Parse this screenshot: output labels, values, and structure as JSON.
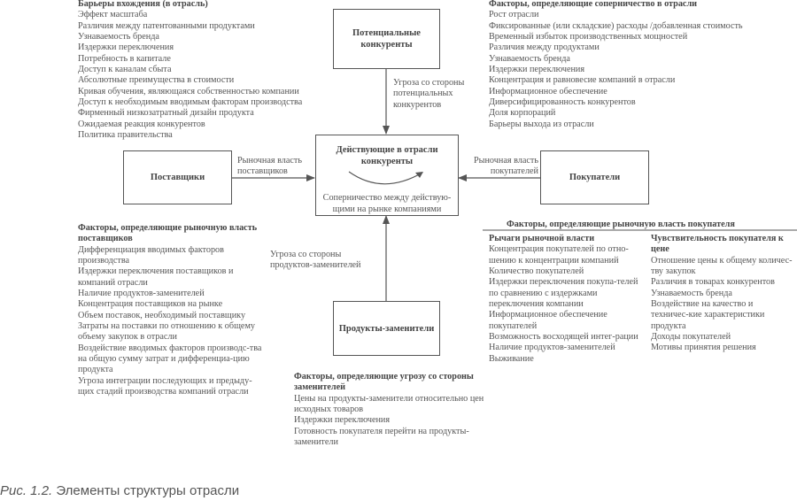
{
  "boxes": {
    "potential": "Потенциальные конкуренты",
    "suppliers": "Поставщики",
    "buyers": "Покупатели",
    "substitutes": "Продукты-заменители",
    "center_title": "Действующие в отрасли конкуренты",
    "center_sub": "Соперничество между действую-щими на рынке компаниями"
  },
  "arrows": {
    "top": "Угроза со стороны потенциальных конкурентов",
    "left": "Рыночная власть поставщиков",
    "right": "Рыночная власть покупателей",
    "bottom": "Угроза со стороны продуктов-заменителей"
  },
  "entry_barriers": {
    "title": "Барьеры вхождения (в отрасль)",
    "items": [
      "Эффект масштаба",
      "Различия между патентованными продуктами",
      "Узнаваемость бренда",
      "Издержки переключения",
      "Потребность в капитале",
      "Доступ к каналам сбыта",
      "Абсолютные преимущества в стоимости",
      "Кривая обучения, являющаяся собственностью компании",
      "Доступ к необходимым вводимым факторам производства",
      "Фирменный низкозатратный дизайн продукта",
      "Ожидаемая реакция конкурентов",
      "Политика правительства"
    ]
  },
  "rivalry": {
    "title": "Факторы, определяющие соперничество в отрасли",
    "items": [
      "Рост отрасли",
      "Фиксированные (или складские) расходы /добавленная стоимость",
      "Временный избыток производственных мощностей",
      "Различия между продуктами",
      "Узнаваемость бренда",
      "Издержки переключения",
      "Концентрация и равновесие компаний в отрасли",
      "Информационное обеспечение",
      "Диверсифицированность конкурентов",
      "Доля корпораций",
      "Барьеры выхода из отрасли"
    ]
  },
  "supplier_power": {
    "title": "Факторы, определяющие рыночную власть поставщиков",
    "items": [
      "Дифференциация вводимых факторов производства",
      "Издержки переключения поставщиков и компаний отрасли",
      "Наличие продуктов-заменителей",
      "Концентрация поставщиков на рынке",
      "Объем поставок, необходимый поставщику",
      "Затраты на поставки по отношению к общему объему закупок в отрасли",
      "Воздействие вводимых факторов производс-тва на общую сумму затрат и дифференциа-цию продукта",
      "Угроза интеграции последующих и предыду-щих стадий производства компаний отрасли"
    ]
  },
  "buyer_power": {
    "title": "Факторы, определяющие рыночную власть покупателя",
    "leverage": {
      "title": "Рычаги рыночной власти",
      "items": [
        "Концентрация покупателей по отно-шению к концентрации компаний",
        "Количество покупателей",
        "Издержки переключения покупа-телей по сравнению с издержками переключения компании",
        "Информационное обеспечение покупателей",
        "Возможность восходящей интег-рации",
        "Наличие продуктов-заменителей",
        "Выживание"
      ]
    },
    "sensitivity": {
      "title": "Чувствительность покупателя к цене",
      "items": [
        "Отношение цены к общему количес-тву закупок",
        "Различия в товарах конкурентов",
        "Узнаваемость бренда",
        "Воздействие на качество и техничес-кие характеристики продукта",
        "Доходы покупателей",
        "Мотивы принятия решения"
      ]
    }
  },
  "substitute_threat": {
    "title": "Факторы, определяющие угрозу со стороны заменителей",
    "items": [
      "Цены на продукты-заменители относительно цен исходных товаров",
      "Издержки переключения",
      "Готовность покупателя перейти на продукты-заменители"
    ]
  },
  "caption": {
    "label": "Рис. 1.2.",
    "text": "Элементы структуры отрасли"
  }
}
